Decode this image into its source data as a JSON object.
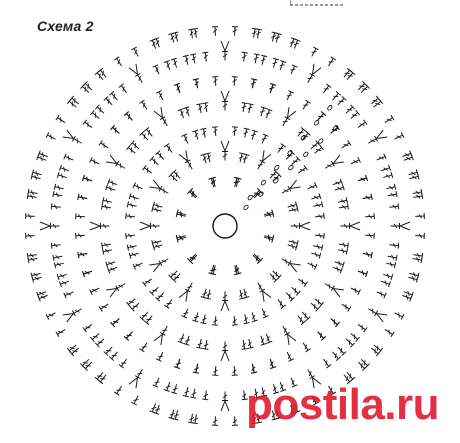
{
  "diagram": {
    "title": "Схема 2",
    "center_ring": "magic-ring",
    "wedge_count": 12,
    "stitch_symbols": [
      "double-crochet",
      "chain-stitch"
    ]
  },
  "watermark": {
    "text": "postila.ru",
    "color": "#e0152b"
  },
  "colors": {
    "ink": "#1a1a1a",
    "background": "#ffffff"
  }
}
